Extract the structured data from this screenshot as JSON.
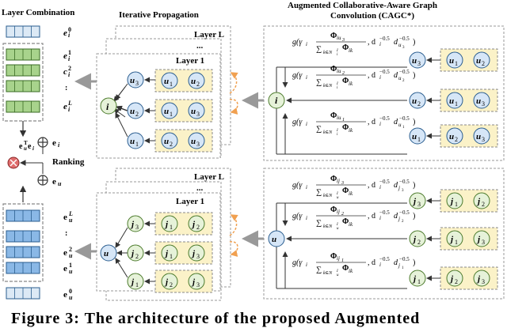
{
  "headers": {
    "layer_combination": "Layer Combination",
    "iterative_propagation": "Iterative Propagation",
    "cagc_line1": "Augmented Collaborative-Aware Graph",
    "cagc_line2": "Convolution (CAGC*)"
  },
  "stack_labels": {
    "layer_l": "Layer L",
    "ellipsis": "...",
    "layer_1": "Layer 1"
  },
  "combination": {
    "item_top": "e",
    "ranking": "Ranking"
  },
  "caption": "Figure 3: The architecture of the proposed Augmented"
}
